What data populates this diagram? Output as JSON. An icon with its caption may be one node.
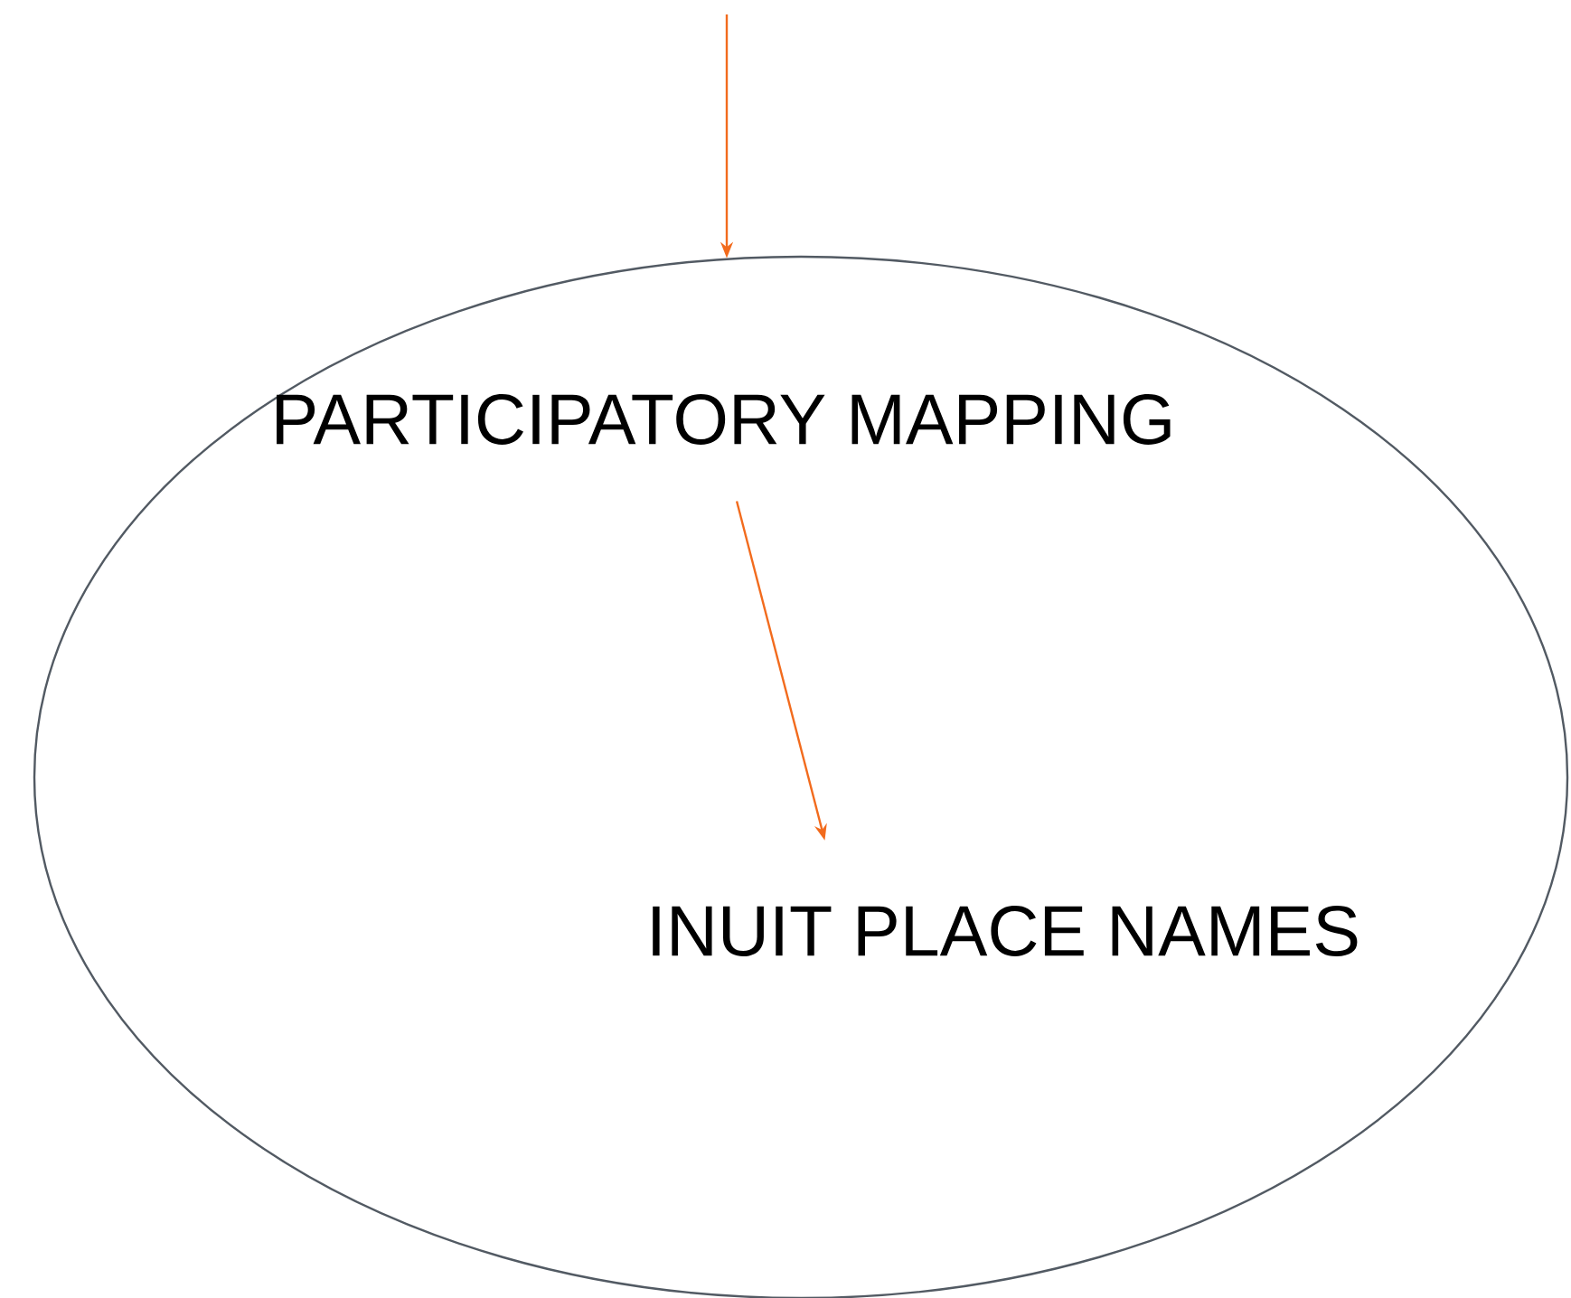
{
  "diagram": {
    "nodes": [
      {
        "text": [],
        "shape": "ellipse"
      },
      {
        "text": [
          "PARTICIPATORY MAPPING"
        ],
        "in": 0
      },
      {
        "text": [
          "INUIT PLACE NAMES"
        ],
        "in": 0
      }
    ],
    "edges": [
      {
        "from": null,
        "to": 0,
        "arrow": "to",
        "color": "#f26b1d"
      },
      {
        "from": 1,
        "to": 2,
        "arrow": "to",
        "color": "#f26b1d"
      }
    ]
  }
}
